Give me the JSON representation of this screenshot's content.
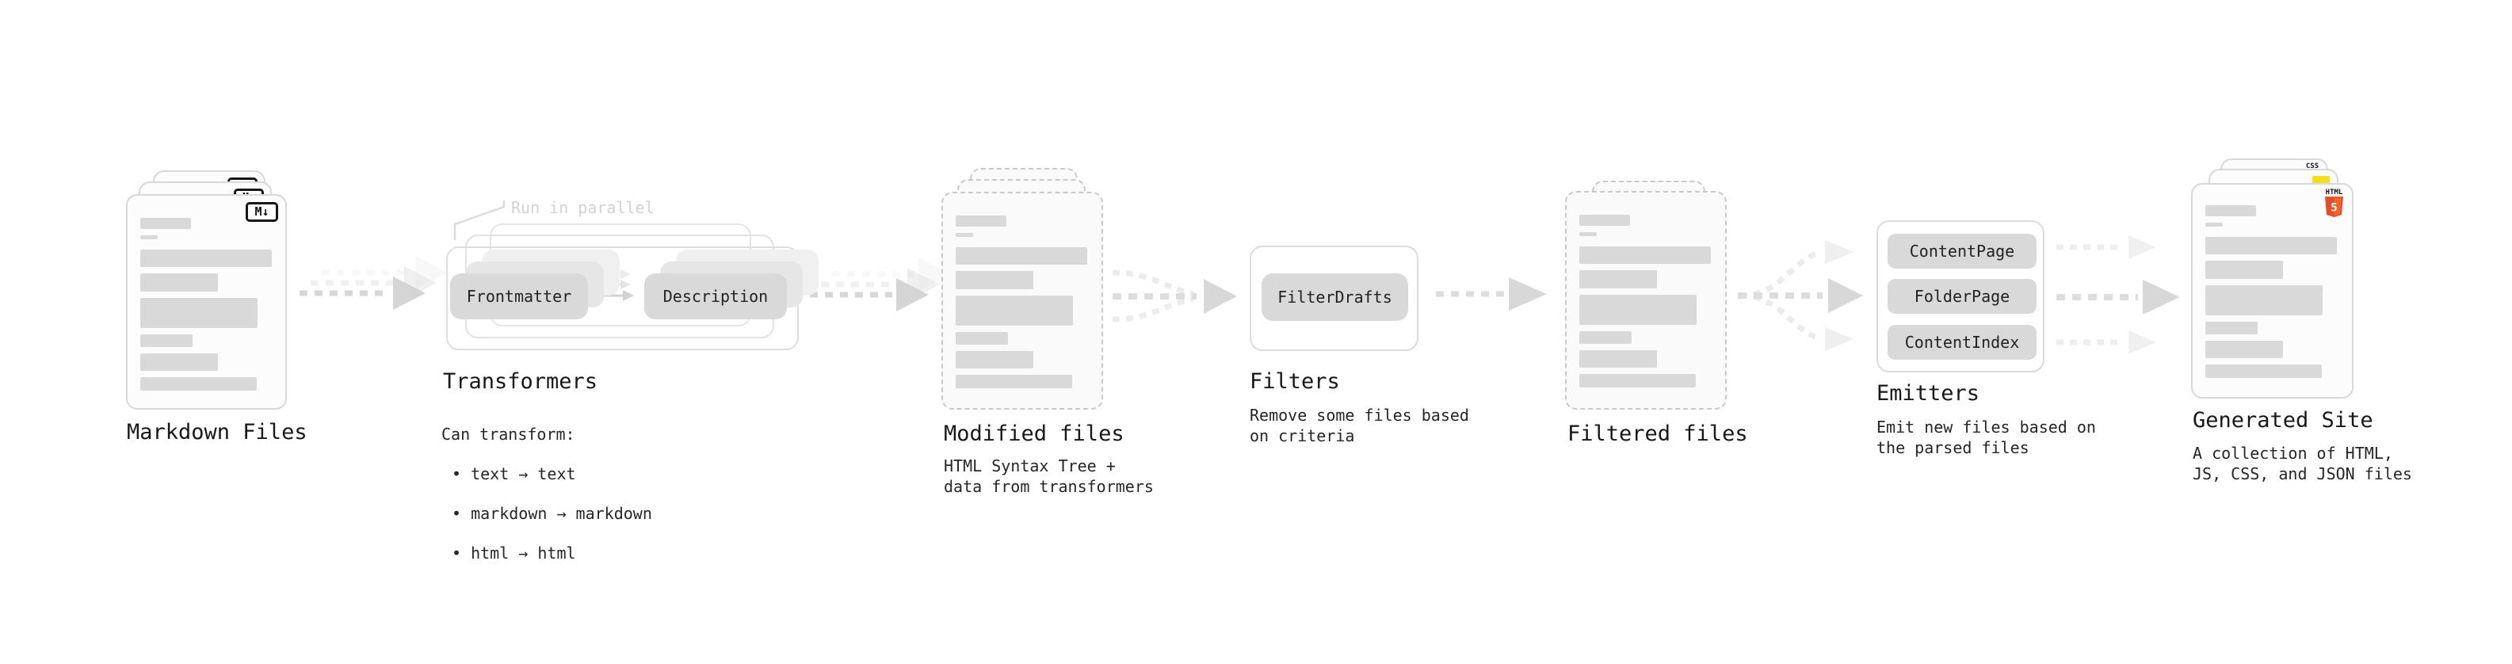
{
  "stages": {
    "markdown": {
      "label": "Markdown Files",
      "badge": "M↓"
    },
    "transformers": {
      "label": "Transformers",
      "callout": "Run in parallel",
      "pill_left": "Frontmatter",
      "pill_right": "Description",
      "desc_heading": "Can transform:",
      "bullets": [
        "• text → text",
        "• markdown → markdown",
        "• html → html"
      ]
    },
    "modified": {
      "label": "Modified files",
      "desc": "HTML Syntax Tree +\ndata from transformers"
    },
    "filters": {
      "label": "Filters",
      "pill": "FilterDrafts",
      "desc": "Remove some files based\non criteria"
    },
    "filtered": {
      "label": "Filtered files"
    },
    "emitters": {
      "label": "Emitters",
      "pills": [
        "ContentPage",
        "FolderPage",
        "ContentIndex"
      ],
      "desc": "Emit new files based on\nthe parsed files"
    },
    "generated": {
      "label": "Generated Site",
      "desc": "A collection of HTML,\nJS, CSS, and JSON files",
      "badge_css": "CSS",
      "badge_html_word": "HTML",
      "badge_html_number": "5"
    }
  },
  "colors": {
    "html5_orange": "#e44d26",
    "js_yellow": "#f7df1e",
    "css_blue": "#2965f1",
    "arrow_gray": "#d8d8d8",
    "arrow_faded": "#efefef",
    "bar_gray": "#d9d9d9",
    "card_border": "#d8d8d8",
    "dashed_border": "#c9c9c9",
    "callout_gray": "#d2d2d2"
  }
}
